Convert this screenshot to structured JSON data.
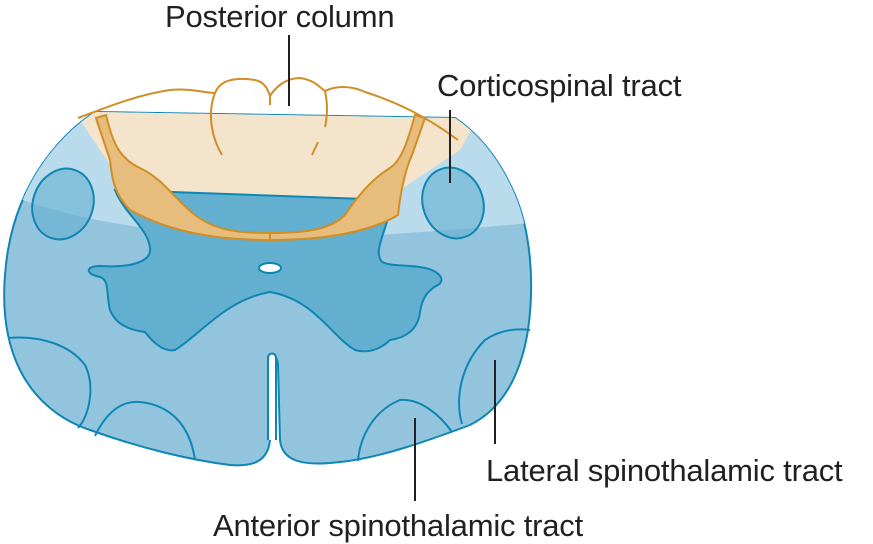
{
  "figure": {
    "title": "Spinal cord cross-section with major tracts",
    "labels": {
      "posterior_column": "Posterior column",
      "corticospinal_tract": "Corticospinal tract",
      "lateral_spinothalamic_tract": "Lateral spinothalamic tract",
      "anterior_spinothalamic_tract": "Anterior spinothalamic tract"
    },
    "colors": {
      "white_matter": "#93c4de",
      "gray_matter": "#63afd0",
      "outline": "#0e86b4",
      "posterior_column_fill": "#f4e4cc",
      "posterior_column_outline": "#d08e25",
      "dorsal_horn_band": "#e6bd7c",
      "pale_band": "#b9dbec",
      "leader_line": "#231f20"
    }
  }
}
